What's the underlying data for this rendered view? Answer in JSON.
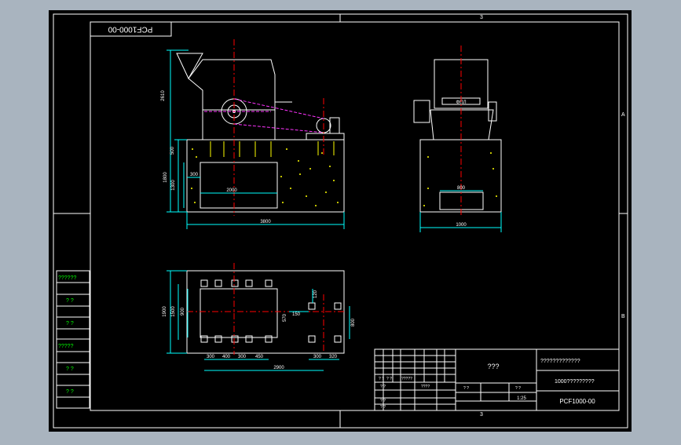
{
  "drawing": {
    "code_rotated": "PCF1000-00",
    "zone_top": "3",
    "zone_bottom": "3",
    "zone_right_a": "A",
    "zone_right_b": "B"
  },
  "front_view": {
    "dim_height_total": "2610",
    "dim_base_upper": "500",
    "dim_pit_height": "1800",
    "dim_pit_inner": "1300",
    "dim_pit_left": "300",
    "dim_pit_width": "2000",
    "dim_overall_width": "3800"
  },
  "side_view": {
    "plate_label": "ΦΠЛ",
    "dim_inner": "800",
    "dim_width": "1000"
  },
  "plan_view": {
    "dim_left_outer": "1900",
    "dim_left_mid": "1500",
    "dim_left_inner": "900",
    "dim_spacing": [
      "300",
      "400",
      "300",
      "450"
    ],
    "dim_total": "2900",
    "dim_motor_a": "300",
    "dim_motor_b": "320",
    "dim_v1": "120",
    "dim_h1": "150",
    "dim_v2": "570",
    "dim_v3": "800"
  },
  "side_table": {
    "rows": [
      "??????",
      "? ?",
      "? ?",
      "?????",
      "? ?",
      "? ?"
    ]
  },
  "title_block": {
    "name": "???",
    "material": "?????????????",
    "company": "1000?????????",
    "drawing_no": "PCF1000-00",
    "scale": "1:25",
    "cells": [
      "? ?",
      "? ?",
      "?????",
      "????",
      "? ?",
      "? ?",
      "? ?",
      "? ?",
      "? ?"
    ]
  },
  "colors": {
    "outer_bg": "#a9b4bf",
    "sheet_bg": "#000000",
    "frame": "#ffffff",
    "outline": "#ffffff",
    "dimension": "#00ffff",
    "yellow": "#ffff00",
    "red_centerline": "#ff0000",
    "magenta": "#ff33ff",
    "green_text": "#00ff00"
  }
}
